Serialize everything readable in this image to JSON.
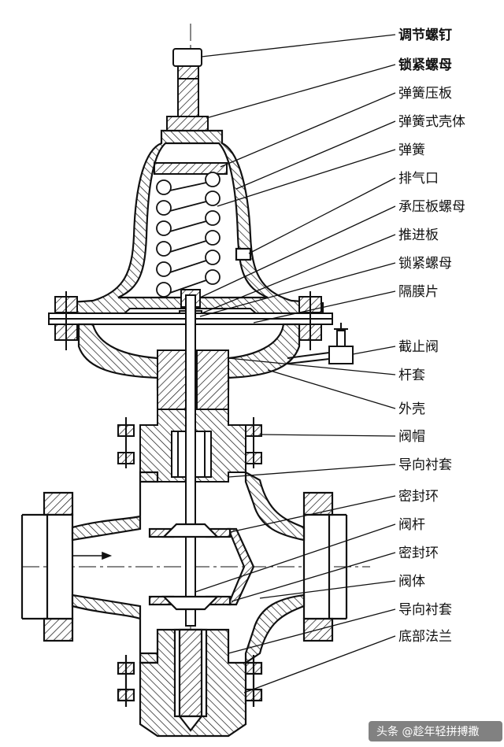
{
  "labels": [
    "调节螺钉",
    "锁紧螺母",
    "弹簧压板",
    "弹簧式壳体",
    "弹簧",
    "排气口",
    "承压板螺母",
    "推进板",
    "锁紧螺母",
    "隔膜片",
    "截止阀",
    "杆套",
    "外壳",
    "阀帽",
    "导向衬套",
    "密封环",
    "阀杆",
    "密封环",
    "阀体",
    "导向衬套",
    "底部法兰"
  ],
  "watermark": "头条 @趁年轻拼搏撒",
  "colors": {
    "line": "#111111",
    "background": "#ffffff",
    "watermark_bg": "#6b6b6b"
  }
}
